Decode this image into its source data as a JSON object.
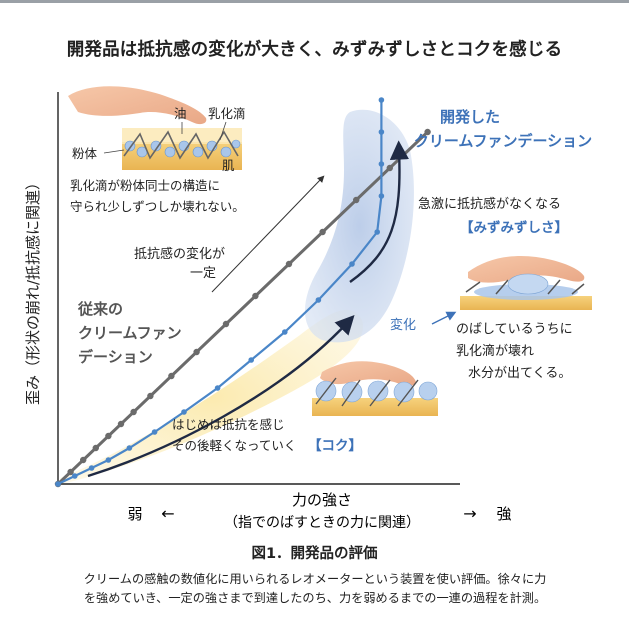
{
  "title": "開発品は抵抗感の変化が大きく、みずみずしさとコクを感じる",
  "chart_data": {
    "type": "line",
    "ylabel": "歪み（形状の崩れ/抵抗感に関連）",
    "xlabel_line1": "力の強さ",
    "xlabel_line2": "（指でのばすときの力に関連）",
    "x_weak": "弱",
    "x_strong": "強",
    "arrow_left": "←",
    "arrow_right": "→",
    "series": [
      {
        "name": "従来のクリームファンデーション",
        "label_lines": [
          "従来の",
          "クリームファン",
          "デーション"
        ],
        "color": "#6b6b6b",
        "values": [
          [
            0,
            0
          ],
          [
            3,
            3
          ],
          [
            6,
            6
          ],
          [
            9,
            9
          ],
          [
            12,
            12
          ],
          [
            15,
            15
          ],
          [
            18,
            18
          ],
          [
            22,
            22
          ],
          [
            27,
            27
          ],
          [
            33,
            33
          ],
          [
            40,
            40
          ],
          [
            47,
            47
          ],
          [
            55,
            55
          ],
          [
            63,
            63
          ],
          [
            71,
            71
          ],
          [
            79,
            79
          ],
          [
            88,
            88
          ]
        ]
      },
      {
        "name": "開発したクリームファンデーション",
        "label_lines": [
          "開発した",
          "クリームファンデーション"
        ],
        "color": "#4a86c8",
        "values": [
          [
            0,
            0
          ],
          [
            4,
            2
          ],
          [
            8,
            4
          ],
          [
            12,
            6
          ],
          [
            17,
            9
          ],
          [
            23,
            13
          ],
          [
            30,
            18
          ],
          [
            38,
            24
          ],
          [
            46,
            31
          ],
          [
            54,
            38
          ],
          [
            62,
            46
          ],
          [
            70,
            55
          ],
          [
            76,
            63
          ],
          [
            77,
            72
          ],
          [
            77,
            80
          ],
          [
            77,
            88
          ],
          [
            77,
            96
          ]
        ]
      }
    ],
    "annotations": {
      "steady": [
        "抵抗感の変化が",
        "一定"
      ],
      "sudden": "急激に抵抗感がなくなる",
      "mizumizu": "【みずみずしさ】",
      "initial": [
        "はじめは抵抗を感じ",
        "その後軽くなっていく"
      ],
      "koku": "【コク】",
      "change": "変化",
      "inset_oil": "油",
      "inset_emulsion": "乳化滴",
      "inset_powder": "粉体",
      "inset_skin": "肌",
      "inset_note": [
        "乳化滴が粉体同士の構造に",
        "守られ少しずつしか壊れない。"
      ],
      "right_note": [
        "のばしているうちに",
        "乳化滴が壊れ",
        "水分が出てくる。"
      ]
    }
  },
  "figure_title": "図1．開発品の評価",
  "caption": [
    "クリームの感触の数値化に用いられるレオメーターという装置を使い評価。徐々に力",
    "を強めていき、一定の強さまで到達したのち、力を弱めるまでの一連の過程を計測。"
  ]
}
